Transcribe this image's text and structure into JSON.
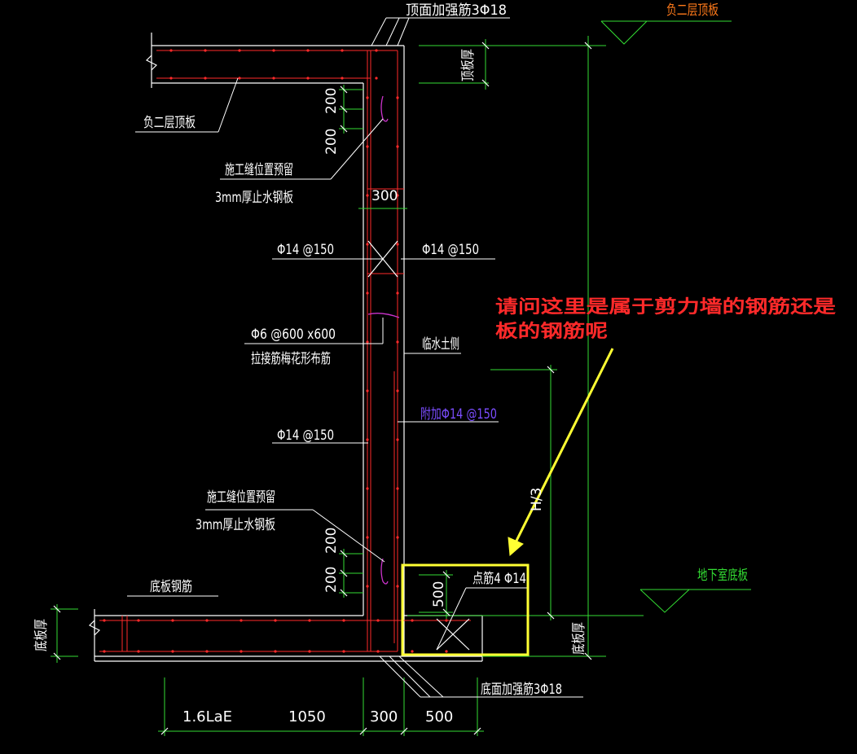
{
  "colors": {
    "background": "#000000",
    "outline": "#ffffff",
    "rebar": "#ff2a2a",
    "dimension": "#33dd33",
    "elevation": "#ff7a1a",
    "added_bar": "#7b4dff",
    "question": "#ff2a2a",
    "arrow": "#ffff33",
    "highlight": "#ffff33",
    "stirrup": "#cc33cc"
  },
  "labels": {
    "top_reinforcement": "顶面加强筋3Φ18",
    "floor_b2_roof_elev": "负二层顶板",
    "roof_thickness": "顶板厚",
    "floor_b2_roof": "负二层顶板",
    "dim_200_a": "200",
    "dim_200_b": "200",
    "joint_top_1": "施工缝位置预留",
    "joint_top_2": "3mm厚止水钢板",
    "dim_300_wall": "300",
    "rebar_left_upper": "Φ14 @150",
    "rebar_right_upper": "Φ14 @150",
    "tie_bar_1": "Φ6 @600 x600",
    "tie_bar_2": "拉接筋梅花形布筋",
    "water_side": "临水土侧",
    "added_bar": "附加Φ14 @150",
    "rebar_left_lower": "Φ14 @150",
    "h3": "H/3",
    "joint_bottom_1": "施工缝位置预留",
    "joint_bottom_2": "3mm厚止水钢板",
    "dim_200_c": "200",
    "dim_200_d": "200",
    "base_rebar": "底板钢筋",
    "basement_floor": "地下室底板",
    "dim_500": "500",
    "point_bar": "点筋4 Φ14",
    "base_thickness_left": "底板厚",
    "base_thickness_right": "底板厚",
    "bottom_reinforcement": "底面加强筋3Φ18",
    "question_line_1": "请问这里是属于剪力墙的钢筋还是",
    "question_line_2": "板的钢筋呢"
  },
  "bottom_dims": [
    "1.6LaE",
    "1050",
    "300",
    "500"
  ]
}
